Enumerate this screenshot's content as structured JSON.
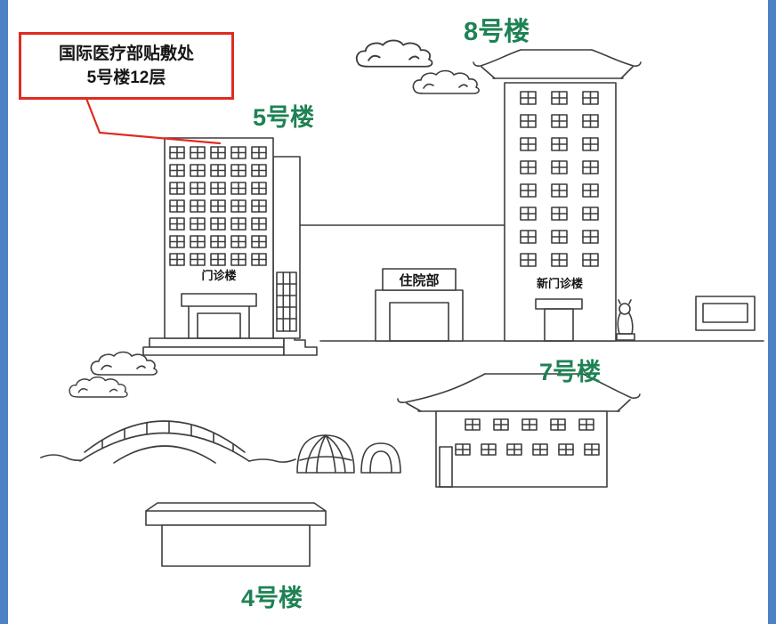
{
  "callout": {
    "line1": "国际医疗部贴敷处",
    "line2": "5号楼12层"
  },
  "labels": {
    "b5": "5号楼",
    "b8": "8号楼",
    "b7": "7号楼",
    "b4": "4号楼"
  },
  "signs": {
    "b5": "门诊楼",
    "inpatient": "住院部",
    "b8": "新门诊楼"
  },
  "colors": {
    "label_green": "#1e8254",
    "callout_red": "#e02b20",
    "line": "#3d3d3d",
    "edge_blue": "#4d82c4"
  }
}
